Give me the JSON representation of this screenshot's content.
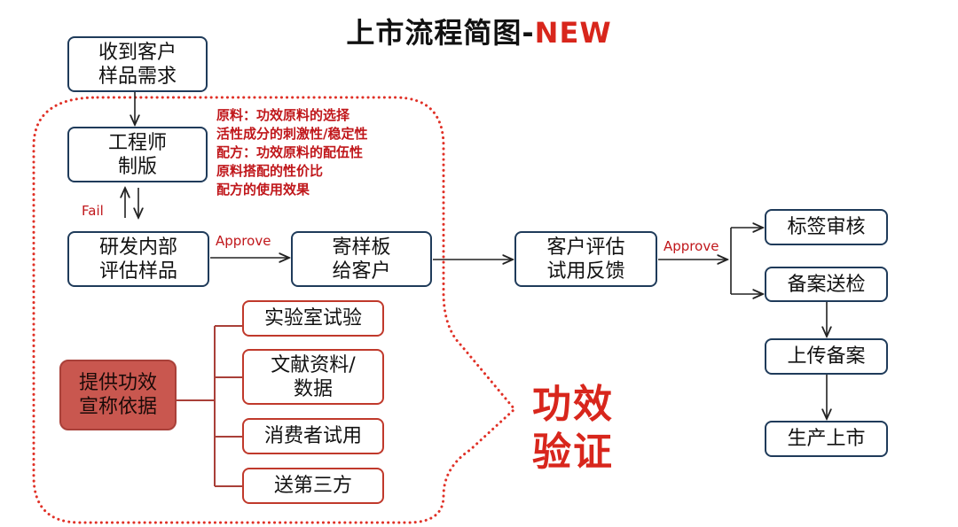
{
  "title": {
    "main": "上市流程简图-",
    "accent": "NEW",
    "accent_color": "#d8261c"
  },
  "nodes": {
    "receive_request": "收到客户\n样品需求",
    "engineer_sample": "工程师\n制版",
    "rd_evaluation": "研发内部\n评估样品",
    "send_sample": "寄样板\n给客户",
    "client_feedback": "客户评估\n试用反馈",
    "label_review": "标签审核",
    "filing_inspection": "备案送检",
    "upload_filing": "上传备案",
    "production_launch": "生产上市",
    "lab_test": "实验室试验",
    "literature_data": "文献资料/\n数据",
    "consumer_trial": "消费者试用",
    "third_party": "送第三方",
    "efficacy_claim": "提供功效\n宣称依据"
  },
  "notes": {
    "line1": "原料：功效原料的选择",
    "line2": "活性成分的刺激性/稳定性",
    "line3": "配方：功效原料的配伍性",
    "line4": "原料搭配的性价比",
    "line5": "配方的使用效果"
  },
  "labels": {
    "fail": "Fail",
    "approve_1": "Approve",
    "approve_2": "Approve"
  },
  "efficacy_big": {
    "line1": "功效",
    "line2": "验证"
  },
  "colors": {
    "navy_border": "#1f3b5a",
    "red_border": "#c0392b",
    "filled_box": "#c9574f",
    "note_red": "#c0171b",
    "dotted_outline": "#e03026"
  }
}
